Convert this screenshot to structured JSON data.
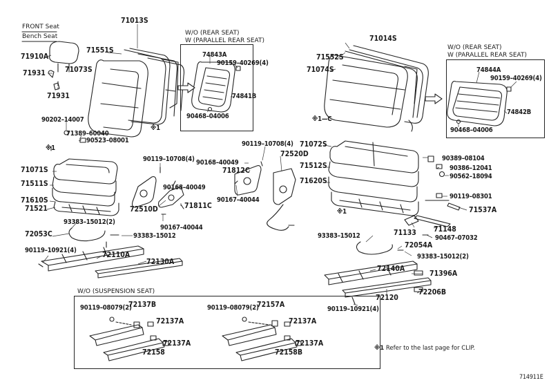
{
  "header": {
    "front_seat": "FRONT Seat",
    "bench_seat": "Bench Seat"
  },
  "boxes": {
    "left_title1": "W/O (REAR SEAT)",
    "left_title2": "W (PARALLEL REAR SEAT)",
    "right_title1": "W/O (REAR SEAT)",
    "right_title2": "W (PARALLEL REAR SEAT)",
    "bottom_title": "W/O (SUSPENSION SEAT)"
  },
  "labels": {
    "p71013S": "71013S",
    "p71551S": "71551S",
    "p71910A": "71910A",
    "p71931a": "71931",
    "p71073S": "71073S",
    "p71931b": "71931",
    "p74843A": "74843A",
    "p90159a": "90159–40269(4)",
    "p74841B": "74841B",
    "p90468a": "90468–04006",
    "mark1a": "※1",
    "p71014S": "71014S",
    "p71552S": "71552S",
    "p71074S": "71074S",
    "mark1c": "※1—C",
    "p74844A": "74844A",
    "p90159b": "90159–40269(4)",
    "p74842B": "74842B",
    "p90468b": "90468–04006",
    "p90202": "90202–14007",
    "p71389": "71389–60040",
    "p90523": "90523–08001",
    "mark1b": "※1",
    "p71071S": "71071S",
    "p71511S": "71511S",
    "p71610S": "71610S",
    "p71521": "71521",
    "p90119a": "90119–10708(4)",
    "p90168a": "90168–40049",
    "p72510D": "72510D",
    "p71811C": "71811C",
    "p90167a": "90167–40044",
    "p93383a": "93383–15012(2)",
    "p72053C": "72053C",
    "p93383b": "93383–15012",
    "p90119b": "90119–10921(4)",
    "p72110A": "72110A",
    "p72130A": "72130A",
    "p90119c": "90119–10708(4)",
    "p72520D": "72520D",
    "p90168b": "90168–40049",
    "p71812C": "71812C",
    "p90167b": "90167–40044",
    "p71072S": "71072S",
    "p71512S": "71512S",
    "p71620S": "71620S",
    "mark1d": "※1",
    "p90389": "90389–08104",
    "p90386": "90386–12041",
    "p90562": "90562–18094",
    "p90119d": "90119–08301",
    "p71537A": "71537A",
    "p71133": "71133",
    "p71148": "71148",
    "p90467": "90467–07032",
    "p93383c": "93383–15012",
    "p72054A": "72054A",
    "p93383d": "93383–15012(2)",
    "p72140A": "72140A",
    "p71396A": "71396A",
    "p72120": "72120",
    "p72206B": "72206B",
    "p90119e": "90119–10921(4)",
    "p90119f": "90119–08079(2)",
    "p72137B": "72137B",
    "p72137Aa": "72137A",
    "p72137Ab": "72137A",
    "p72158": "72158",
    "p90119g": "90119–08079(2)",
    "p72157A": "72157A",
    "p72137Ac": "72137A",
    "p72137Ad": "72137A",
    "p72158B": "72158B"
  },
  "note": {
    "mark": "※1",
    "text": "Refer to the last page for CLIP."
  },
  "figure_id": "714911E"
}
